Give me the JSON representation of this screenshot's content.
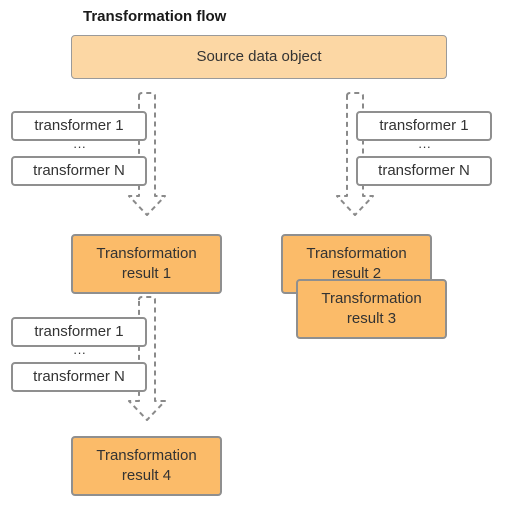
{
  "diagram": {
    "title": "Transformation flow",
    "source_label": "Source data object",
    "transformer_first": "transformer 1",
    "transformer_dots": "···",
    "transformer_last": "transformer N",
    "results": [
      "Transformation\nresult 1",
      "Transformation\nresult 2",
      "Transformation\nresult 3",
      "Transformation\nresult 4"
    ]
  },
  "colors": {
    "source_fill": "#fcd7a4",
    "result_fill": "#fbbb69",
    "border": "#8f8f8f"
  }
}
